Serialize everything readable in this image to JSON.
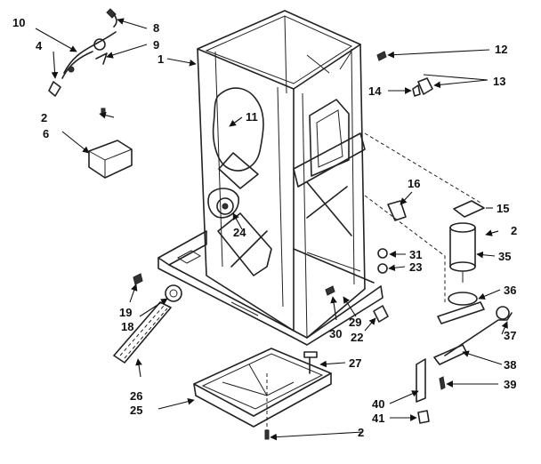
{
  "callouts": {
    "c1": "1",
    "c2a": "2",
    "c2b": "2",
    "c2c": "2",
    "c4": "4",
    "c6": "6",
    "c8": "8",
    "c9": "9",
    "c10": "10",
    "c11": "11",
    "c12": "12",
    "c13": "13",
    "c14": "14",
    "c15": "15",
    "c16": "16",
    "c18": "18",
    "c19": "19",
    "c22": "22",
    "c23": "23",
    "c24": "24",
    "c25": "25",
    "c26": "26",
    "c27": "27",
    "c29": "29",
    "c30": "30",
    "c31": "31",
    "c35": "35",
    "c36": "36",
    "c37": "37",
    "c38": "38",
    "c39": "39",
    "c40": "40",
    "c41": "41"
  }
}
